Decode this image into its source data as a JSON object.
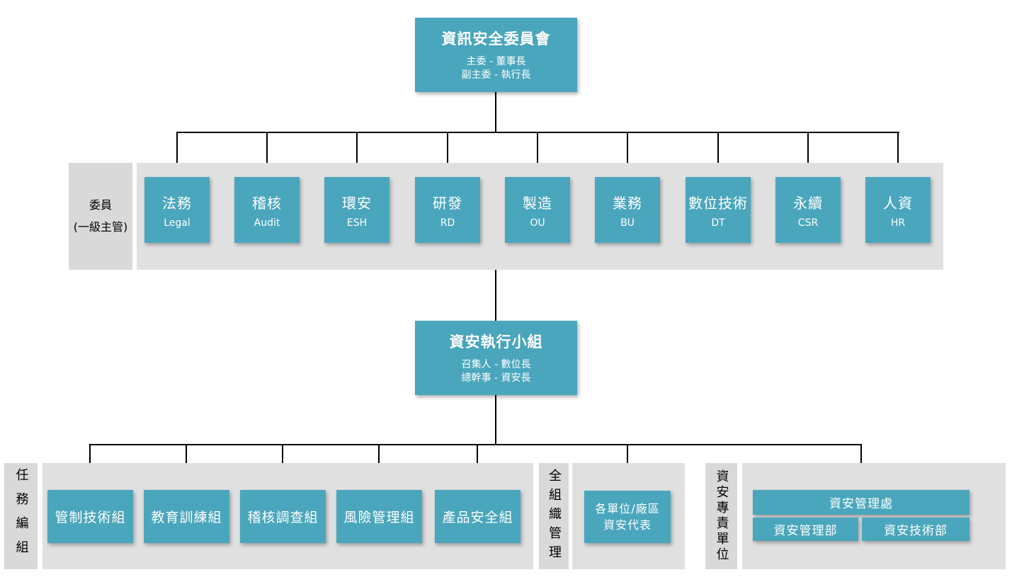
{
  "colors": {
    "box_fill": "#4AA6BC",
    "strip_bg": "#E0E0E0",
    "label_bg": "#D9D9D9",
    "connector": "#000000",
    "box_text": "#FFFFFF",
    "label_text": "#000000"
  },
  "root": {
    "title": "資訊安全委員會",
    "line1": "主委 - 董事長",
    "line2": "副主委 - 執行長"
  },
  "committee": {
    "label_line1": "委員",
    "label_line2": "(一級主管)",
    "members": [
      {
        "title": "法務",
        "subtitle": "Legal"
      },
      {
        "title": "稽核",
        "subtitle": "Audit"
      },
      {
        "title": "環安",
        "subtitle": "ESH"
      },
      {
        "title": "研發",
        "subtitle": "RD"
      },
      {
        "title": "製造",
        "subtitle": "OU"
      },
      {
        "title": "業務",
        "subtitle": "BU"
      },
      {
        "title": "數位技術",
        "subtitle": "DT"
      },
      {
        "title": "永續",
        "subtitle": "CSR"
      },
      {
        "title": "人資",
        "subtitle": "HR"
      }
    ]
  },
  "task_force": {
    "title": "資安執行小組",
    "line1": "召集人 - 數位長",
    "line2": "總幹事 - 資安長"
  },
  "bottom": {
    "task_groups": {
      "label": "任務編組",
      "items": [
        "管制技術組",
        "教育訓練組",
        "稽核調查組",
        "風險管理組",
        "產品安全組"
      ]
    },
    "org_wide": {
      "label": "全組織管理",
      "box_line1": "各單位/廠區",
      "box_line2": "資安代表"
    },
    "dedicated": {
      "label": "資安專責單位",
      "dept": "資安管理處",
      "sub1": "資安管理部",
      "sub2": "資安技術部"
    }
  }
}
